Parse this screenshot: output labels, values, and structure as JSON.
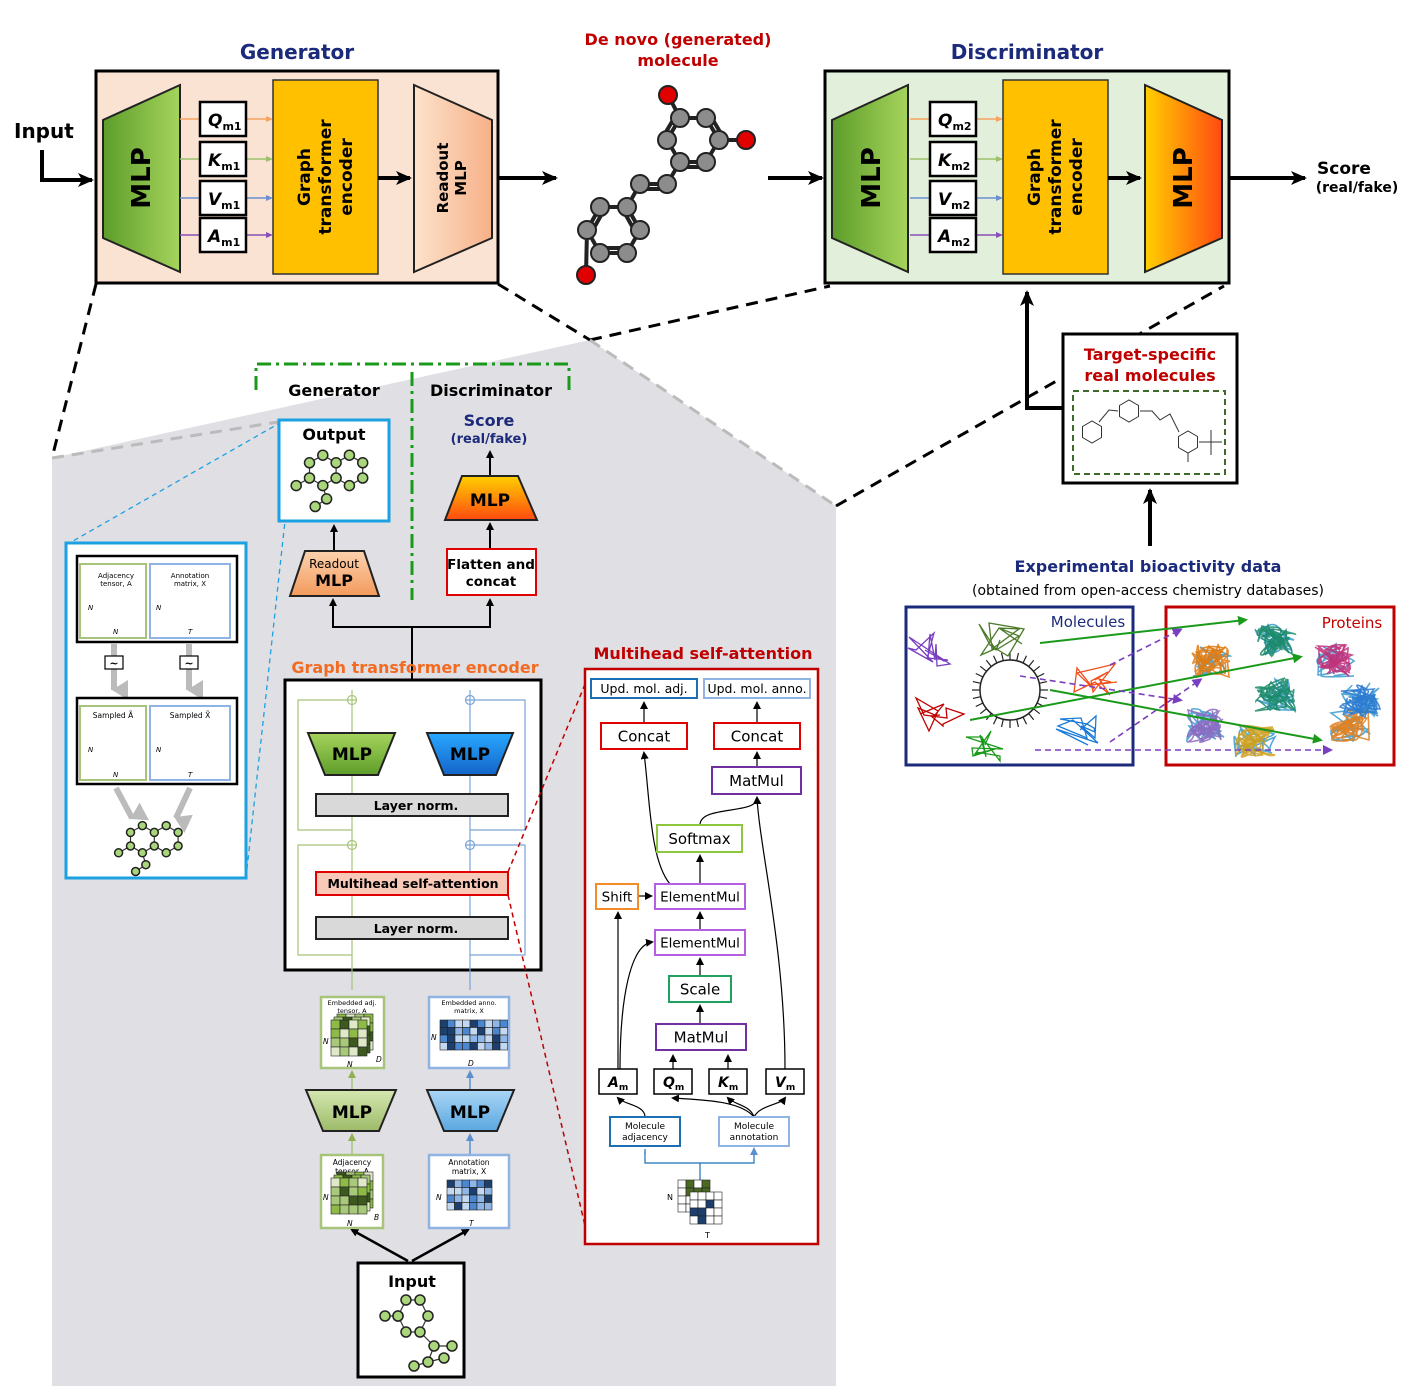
{
  "input_label": "Input",
  "generator": {
    "title": "Generator",
    "mlp": "MLP",
    "q": "Q",
    "k": "K",
    "v": "V",
    "a": "A",
    "sub": "m1",
    "encoder": [
      "Graph",
      "transformer",
      "encoder"
    ],
    "readout": [
      "Readout",
      "MLP"
    ]
  },
  "de_novo": [
    "De novo (generated)",
    "molecule"
  ],
  "discriminator": {
    "title": "Discriminator",
    "mlp": "MLP",
    "q": "Q",
    "k": "K",
    "v": "V",
    "a": "A",
    "sub": "m2",
    "encoder": [
      "Graph",
      "transformer",
      "encoder"
    ],
    "out_mlp": "MLP"
  },
  "score": [
    "Score",
    "(real/fake)"
  ],
  "target": {
    "title": [
      "Target-specific",
      "real molecules"
    ]
  },
  "bioactivity": {
    "title": "Experimental bioactivity data",
    "subtitle": "(obtained from open-access chemistry databases)",
    "molecules": "Molecules",
    "proteins": "Proteins"
  },
  "sampling": {
    "adj": [
      "Adjacency",
      "tensor, A"
    ],
    "anno": [
      "Annotation",
      "matrix, X"
    ],
    "tilde": "~",
    "sampled_adj": "Sampled Ã",
    "sampled_anno": "Sampled X̃",
    "N": "N",
    "T": "T"
  },
  "detail": {
    "gen_label": "Generator",
    "disc_label": "Discriminator",
    "output": "Output",
    "score": [
      "Score",
      "(real/fake)"
    ],
    "mlp": "MLP",
    "readout": [
      "Readout",
      "MLP"
    ],
    "flatten": [
      "Flatten and",
      "concat"
    ],
    "encoder_title": "Graph transformer encoder",
    "layer_norm": "Layer norm.",
    "mhsa": "Multihead self-attention",
    "emb_adj": [
      "Embedded adj.",
      "tensor, A"
    ],
    "emb_anno": [
      "Embedded anno.",
      "matrix, X"
    ],
    "adj": [
      "Adjacency",
      "tensor, A"
    ],
    "anno": [
      "Annotation",
      "matrix, X"
    ],
    "input": "Input",
    "dims": {
      "N": "N",
      "D": "D",
      "B": "B",
      "T": "T"
    }
  },
  "attention": {
    "title": "Multihead self-attention",
    "upd_adj": "Upd. mol. adj.",
    "upd_anno": "Upd. mol. anno.",
    "concat": "Concat",
    "matmul": "MatMul",
    "softmax": "Softmax",
    "shift": "Shift",
    "elementmul": "ElementMul",
    "scale": "Scale",
    "a": "A",
    "q": "Q",
    "k": "K",
    "v": "V",
    "sub": "m",
    "mol_adj": [
      "Molecule",
      "adjacency"
    ],
    "mol_anno": [
      "Molecule",
      "annotation"
    ],
    "N": "N",
    "T": "T"
  },
  "colors": {
    "title_blue": "#1b2a7b",
    "title_red": "#c00000",
    "encoder_orange": "#f26b21",
    "encoder_yellow": "#ffc000",
    "mlp_green": "#8dc63f",
    "mlp_blue": "#1e90e6",
    "generator_bg": "#fbe3d3",
    "discriminator_bg": "#e2efda",
    "panel_gray": "#e0dfe4"
  }
}
